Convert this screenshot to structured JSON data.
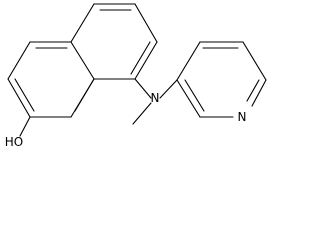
{
  "molecule": {
    "atom_labels": {
      "hydroxyl": "HO",
      "amine_nitrogen": "N",
      "pyridine_nitrogen": "N"
    }
  }
}
